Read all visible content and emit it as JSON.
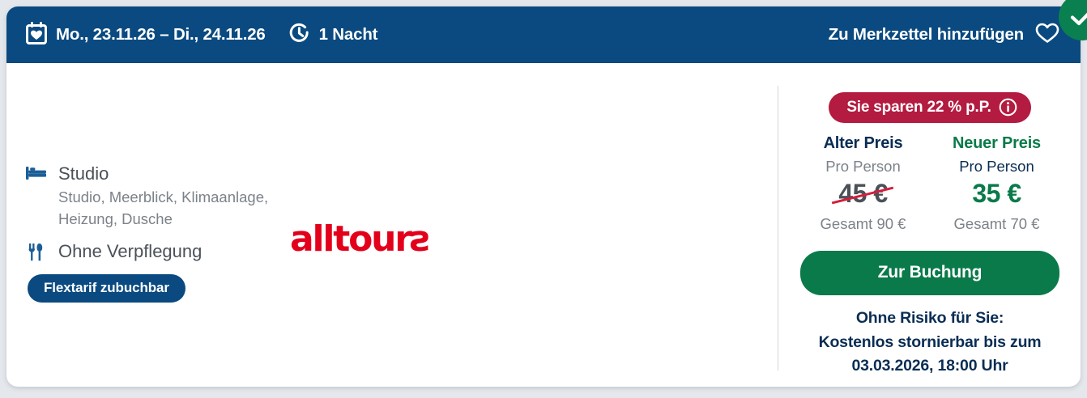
{
  "header": {
    "date_icon": "calendar-heart-icon",
    "date_range": "Mo., 23.11.26 – Di., 24.11.26",
    "duration_icon": "clock-icon",
    "duration": "1 Nacht",
    "wishlist_label": "Zu Merkzettel hinzufügen",
    "wishlist_icon": "heart-outline-icon",
    "selected_icon": "check-circle-icon",
    "bg_color": "#0a4a80",
    "check_color": "#0a8050"
  },
  "room": {
    "icon": "bed-icon",
    "title": "Studio",
    "description": "Studio, Meerblick, Klimaanlage, Heizung, Dusche"
  },
  "board": {
    "icon": "cutlery-icon",
    "label": "Ohne Verpflegung"
  },
  "flex_badge": {
    "label": "Flextarif zubuchbar",
    "color": "#0a4a80"
  },
  "brand": {
    "name": "alltours",
    "name_start": "alltour",
    "name_reversed_last": "s",
    "color": "#e3001b"
  },
  "pricing": {
    "save_badge": {
      "label": "Sie sparen 22 % p.P.",
      "info_icon": "info-circle-icon",
      "color": "#b31b40"
    },
    "old": {
      "heading": "Alter Preis",
      "per_person_label": "Pro Person",
      "amount": "45 €",
      "total": "Gesamt 90 €",
      "strike_color": "#d21f3c"
    },
    "new": {
      "heading": "Neuer Preis",
      "per_person_label": "Pro Person",
      "amount": "35 €",
      "total": "Gesamt 70 €",
      "color": "#0a7a4a"
    }
  },
  "cta": {
    "button_label": "Zur Buchung",
    "button_color": "#0a7a4a",
    "risk_line_1": "Ohne Risiko für Sie:",
    "risk_line_2": "Kostenlos stornierbar bis zum",
    "risk_line_3": "03.03.2026, 18:00 Uhr"
  }
}
